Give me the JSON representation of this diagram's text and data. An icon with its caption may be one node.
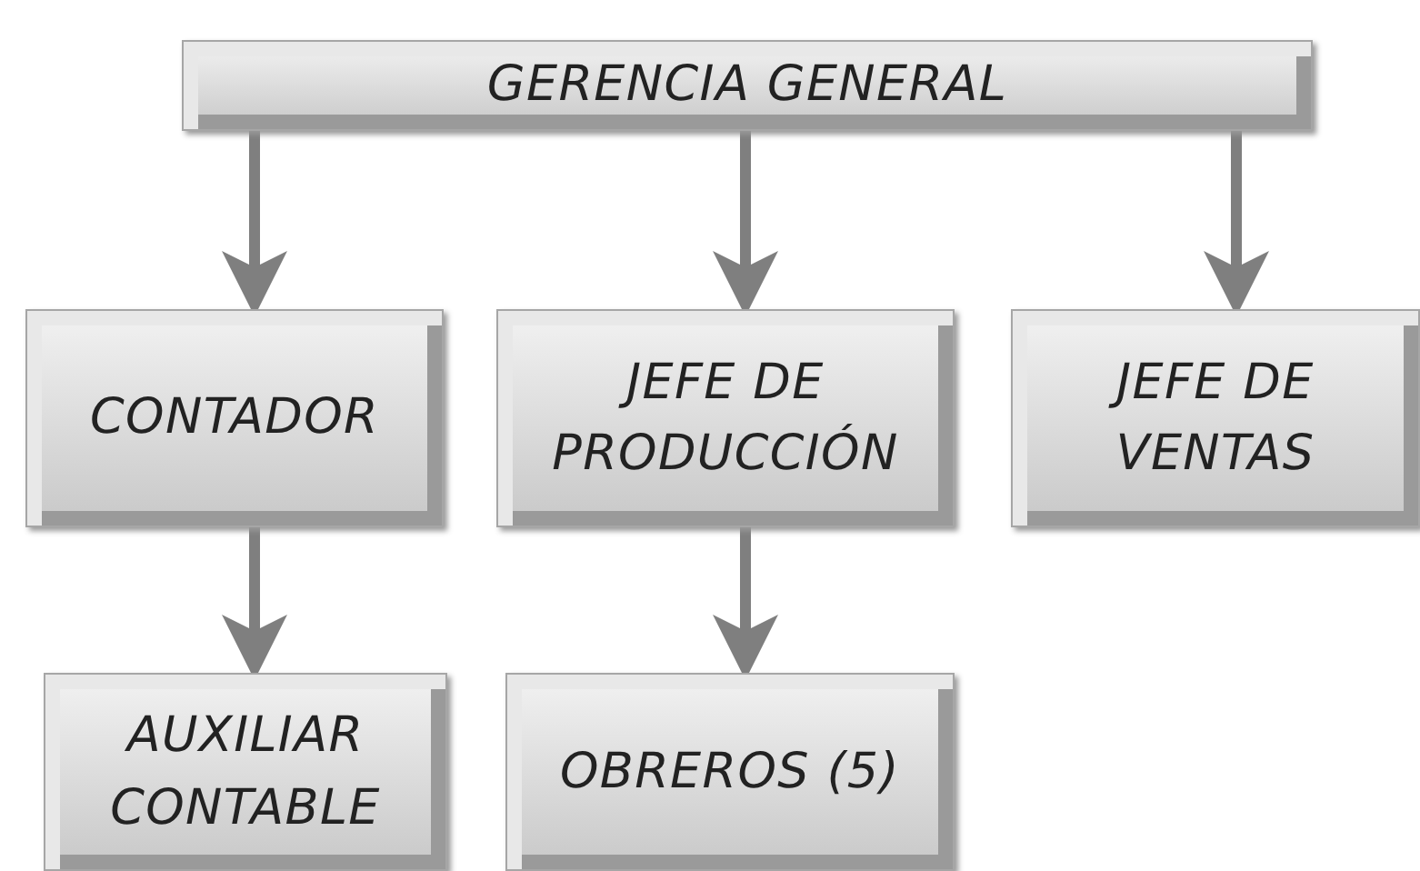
{
  "diagram": {
    "nodes": [
      {
        "text": [
          "GERENCIA GENERAL"
        ]
      },
      {
        "text": [
          "CONTADOR"
        ]
      },
      {
        "text": [
          "JEFE DE PRODUCCIÓN"
        ]
      },
      {
        "text": [
          "JEFE DE VENTAS"
        ]
      },
      {
        "text": [
          "AUXILIAR CONTABLE"
        ]
      },
      {
        "text": [
          "OBREROS (5)"
        ]
      }
    ],
    "edges": [
      {
        "from": 0,
        "to": 1,
        "arrow": "to"
      },
      {
        "from": 0,
        "to": 2,
        "arrow": "to"
      },
      {
        "from": 0,
        "to": 3,
        "arrow": "to"
      },
      {
        "from": 1,
        "to": 4,
        "arrow": "to"
      },
      {
        "from": 2,
        "to": 5,
        "arrow": "to"
      }
    ]
  }
}
